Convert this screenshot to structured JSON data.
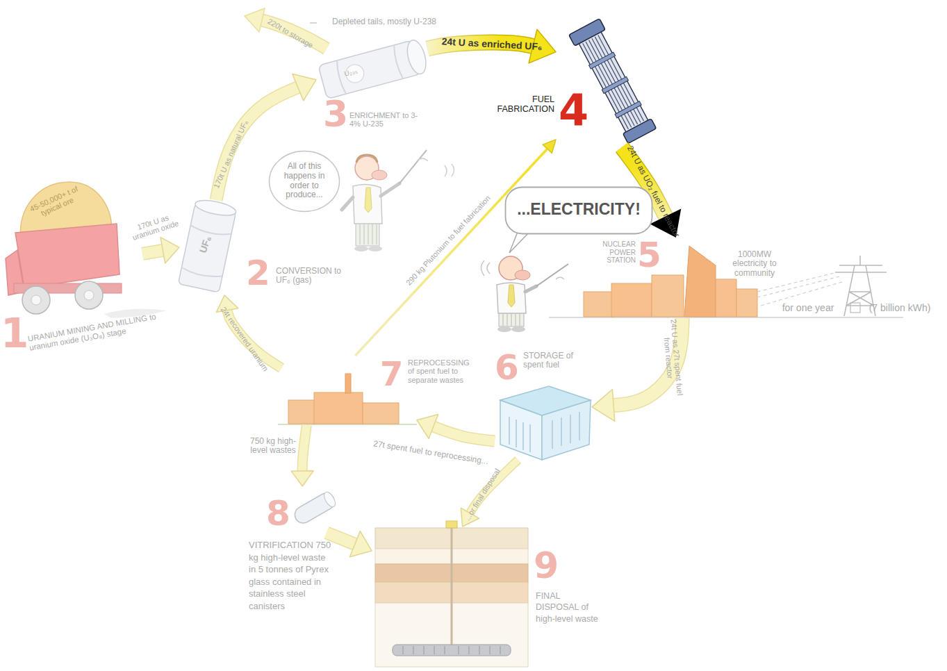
{
  "diagram": {
    "nodes": [
      {
        "text": [
          "1",
          "URANIUM MINING AND MILLING to uranium oxide (U₃O₈) stage"
        ]
      },
      {
        "text": [
          "2",
          "CONVERSION to UF₆ (gas)"
        ]
      },
      {
        "text": [
          "3",
          "ENRICHMENT to 3-4% U-235"
        ]
      },
      {
        "text": [
          "FUEL FABRICATION",
          "4"
        ]
      },
      {
        "text": [
          "NUCLEAR POWER STATION",
          "5"
        ]
      },
      {
        "text": [
          "6",
          "STORAGE of spent fuel"
        ]
      },
      {
        "text": [
          "7",
          "REPROCESSING of spent fuel to separate wastes"
        ]
      },
      {
        "text": [
          "8",
          "VITRIFICATION 750 kg high-level waste in 5 tonnes of Pyrex glass contained in stainless steel canisters"
        ]
      },
      {
        "text": [
          "9",
          "FINAL DISPOSAL of high-level waste"
        ]
      },
      {
        "text": [
          "All of this happens in order to produce..."
        ]
      },
      {
        "text": [
          "...ELECTRICITY!"
        ]
      }
    ],
    "edges": [
      {
        "from": 0,
        "to": 1,
        "label": "170t U as uranium oxide",
        "arrow": "to"
      },
      {
        "from": 1,
        "to": 2,
        "label": "170t U as natural UF₆",
        "arrow": "to"
      },
      {
        "from": 2,
        "to": 3,
        "label": "24t U as enriched UF₆",
        "arrow": "to"
      },
      {
        "from": 3,
        "to": 4,
        "label": "24t U as UO₂ fuel to reactor",
        "arrow": "to"
      },
      {
        "from": 4,
        "to": 5,
        "label": "24t U as 27t spent fuel from reactor",
        "arrow": "to"
      },
      {
        "from": 5,
        "to": 6,
        "label": "27t spent fuel to reprocessing...",
        "arrow": "to"
      },
      {
        "from": 5,
        "to": 8,
        "label": "...or final disposal",
        "arrow": "to"
      },
      {
        "from": 6,
        "to": 1,
        "label": "24t recovered uranium",
        "arrow": "to"
      },
      {
        "from": 6,
        "to": 3,
        "label": "290 kg Plutonium to fuel fabrication",
        "arrow": "to"
      },
      {
        "from": 6,
        "to": 7,
        "label": "750 kg high-level wastes",
        "arrow": "to"
      },
      {
        "from": 7,
        "to": 8,
        "arrow": "to"
      }
    ],
    "labels": [
      "45-50,000+ t of typical ore",
      "UF₆",
      "U₂₃₅",
      "Depleted tails, mostly U-238",
      "220t to storage",
      "1000MW electricity to community",
      "for one year",
      "(7 billion kWh)"
    ]
  }
}
